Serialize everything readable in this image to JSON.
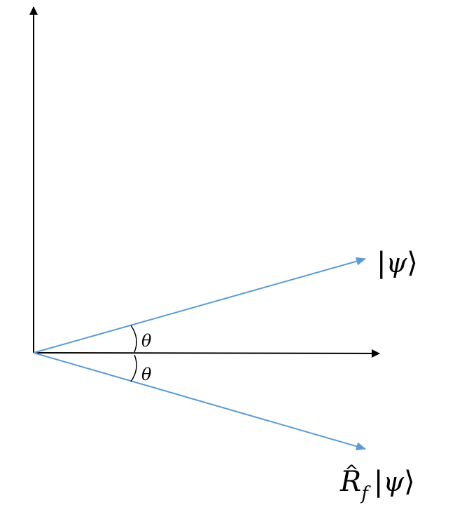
{
  "diagram": {
    "colors": {
      "axis": "#000000",
      "vector": "#5b9bd5"
    },
    "labels": {
      "psi_bar": "|",
      "psi_symbol": "ψ",
      "psi_close": "⟩",
      "reflected_R": "R",
      "reflected_hat": "^",
      "reflected_sub": "f",
      "angle_top": "θ",
      "angle_bottom": "θ"
    }
  }
}
